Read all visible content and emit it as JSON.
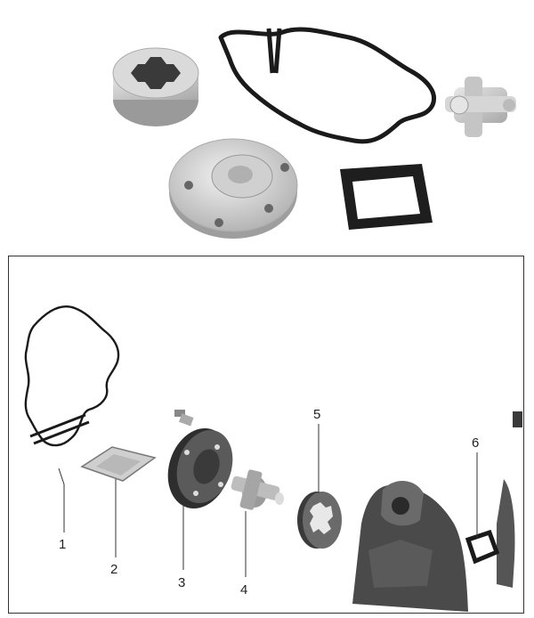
{
  "diagram": {
    "callouts": [
      {
        "id": "1",
        "label": "1"
      },
      {
        "id": "2",
        "label": "2"
      },
      {
        "id": "3",
        "label": "3"
      },
      {
        "id": "4",
        "label": "4"
      },
      {
        "id": "5",
        "label": "5"
      },
      {
        "id": "6",
        "label": "6"
      }
    ]
  },
  "colors": {
    "metal": "#cfcfcf",
    "metal_dark": "#8f8f8f",
    "gasket": "#1a1a1a",
    "housing": "#4a4a4a"
  }
}
